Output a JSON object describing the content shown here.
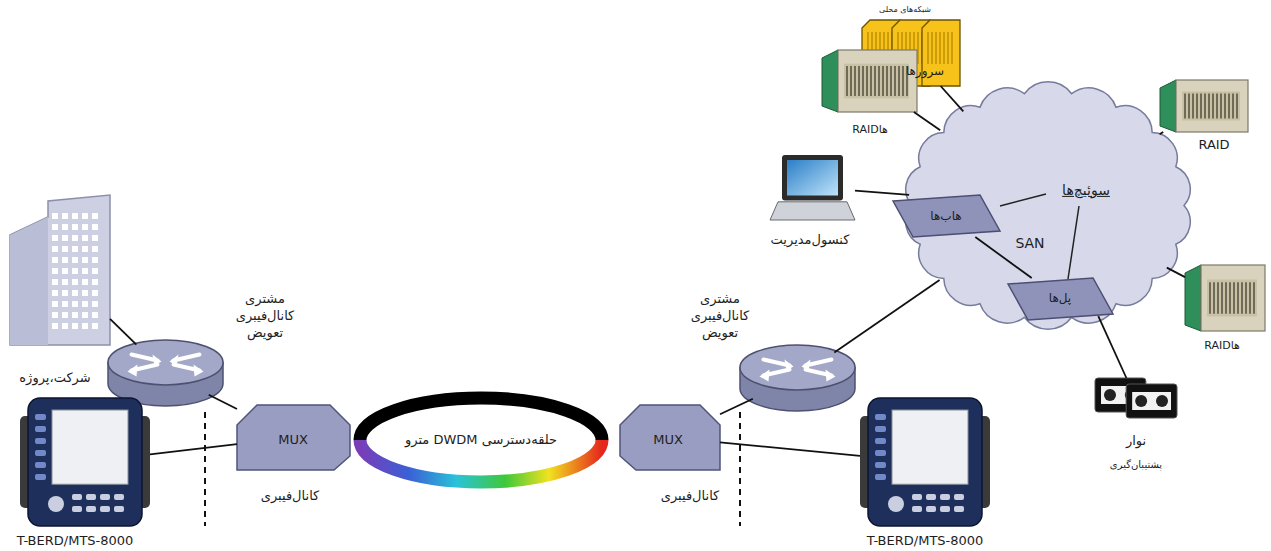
{
  "diagram": {
    "nodes": [
      {
        "text": [
          "شرکت،پروژه"
        ]
      },
      {
        "text": [
          "مشتری کانال‌فیبری تعویض"
        ]
      },
      {
        "text": [
          "T-BERD/MTS-8000"
        ]
      },
      {
        "text": [
          "MUX"
        ]
      },
      {
        "text": [
          "حلقه‌دسترسی DWDM مترو"
        ]
      },
      {
        "text": [
          "MUX"
        ]
      },
      {
        "text": [
          "مشتری کانال‌فیبری تعویض"
        ]
      },
      {
        "text": [
          "T-BERD/MTS-8000"
        ]
      },
      {
        "text": [
          "شبکه‌های محلی",
          "سرورها"
        ]
      },
      {
        "text": [
          "هاRAID"
        ]
      },
      {
        "text": [
          "RAID"
        ]
      },
      {
        "text": [
          "کنسول‌مدیریت"
        ]
      },
      {
        "text": [
          "سوئیچ‌ها",
          "SAN"
        ]
      },
      {
        "text": [
          "هاب‌ها"
        ],
        "in": 12
      },
      {
        "text": [
          "پل‌ها"
        ],
        "in": 12
      },
      {
        "text": [
          "هاRAID"
        ]
      },
      {
        "text": [
          "نوار",
          "پشتیبان‌گیری"
        ]
      }
    ],
    "edges": [
      {
        "from": 0,
        "to": 1,
        "arrow": "none"
      },
      {
        "from": 1,
        "to": 3,
        "arrow": "none"
      },
      {
        "from": 2,
        "to": 3,
        "arrow": "none"
      },
      {
        "from": 5,
        "to": 6,
        "arrow": "none"
      },
      {
        "from": 5,
        "to": 7,
        "arrow": "none"
      },
      {
        "from": 6,
        "to": 12,
        "arrow": "none"
      },
      {
        "from": 8,
        "to": 12,
        "arrow": "none"
      },
      {
        "from": 9,
        "to": 12,
        "arrow": "none"
      },
      {
        "from": 10,
        "to": 12,
        "arrow": "none"
      },
      {
        "from": 11,
        "to": 12,
        "arrow": "none"
      },
      {
        "from": 15,
        "to": 12,
        "arrow": "none"
      },
      {
        "from": 16,
        "to": 12,
        "arrow": "none"
      },
      {
        "from": 13,
        "to": 14,
        "arrow": "none"
      }
    ],
    "labels": [
      "کانال‌فیبری",
      "کانال‌فیبری"
    ]
  }
}
